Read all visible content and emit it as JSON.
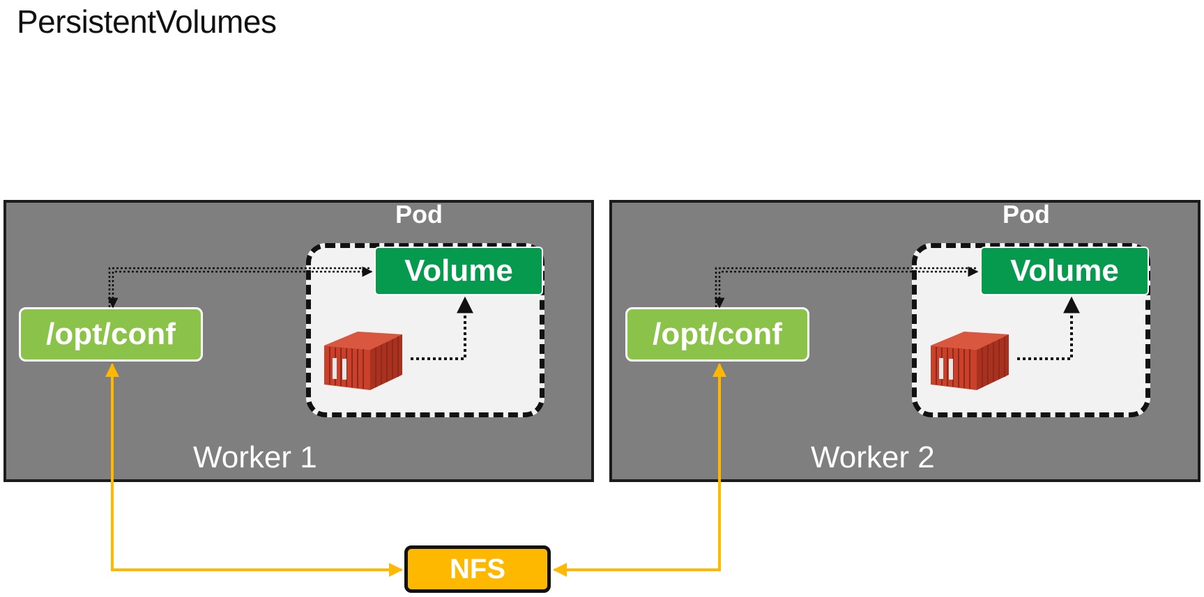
{
  "title": "PersistentVolumes",
  "workers": [
    {
      "label": "Worker 1",
      "pod_label": "Pod",
      "volume_label": "Volume",
      "path_label": "/opt/conf"
    },
    {
      "label": "Worker 2",
      "pod_label": "Pod",
      "volume_label": "Volume",
      "path_label": "/opt/conf"
    }
  ],
  "nfs_label": "NFS",
  "colors": {
    "worker_bg": "#7f7f7f",
    "volume": "#069a4e",
    "path": "#8bc34a",
    "nfs": "#ffb800",
    "nfs_link": "#ffb800",
    "container": "#c9412b"
  },
  "icons": [
    "shipping-container-icon"
  ]
}
